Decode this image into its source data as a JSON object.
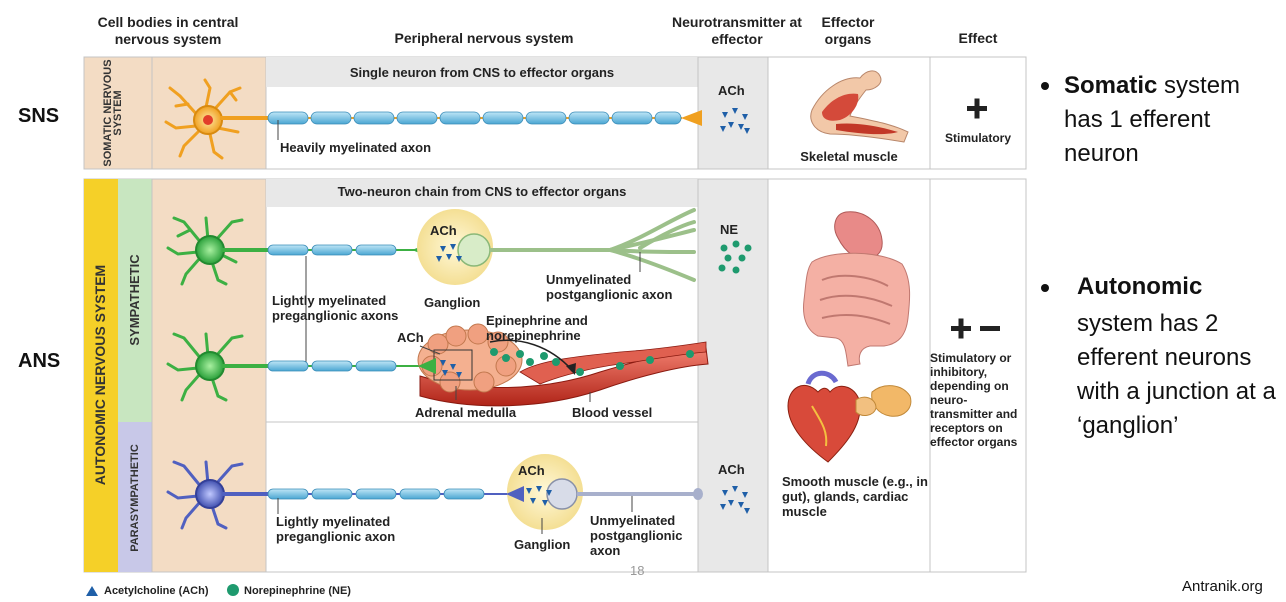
{
  "headers": {
    "cell_bodies": "Cell bodies in central nervous system",
    "peripheral": "Peripheral nervous system",
    "neurotransmitter": "Neurotransmitter at effector",
    "effector_organs": "Effector organs",
    "effect": "Effect"
  },
  "side_labels": {
    "sns": "SNS",
    "ans": "ANS"
  },
  "vertical_labels": {
    "somatic": "SOMATIC NERVOUS SYSTEM",
    "autonomic": "AUTONOMIC NERVOUS SYSTEM",
    "sympathetic": "SYMPATHETIC",
    "parasympathetic": "PARASYMPATHETIC"
  },
  "somatic": {
    "banner": "Single neuron from CNS to effector organs",
    "axon_label": "Heavily myelinated axon",
    "neurotransmitter": "ACh",
    "organ_label": "Skeletal muscle",
    "effect_symbol": "+",
    "effect_label": "Stimulatory"
  },
  "autonomic": {
    "banner": "Two-neuron chain from CNS to effector organs",
    "sympathetic": {
      "ganglion_ach": "ACh",
      "ganglion_label": "Ganglion",
      "pre_label": "Lightly myelinated preganglionic axons",
      "post_label": "Unmyelinated postganglionic axon",
      "neurotransmitter": "NE",
      "adrenal_ach": "ACh",
      "epinephrine_label": "Epinephrine and norepinephrine",
      "adrenal_label": "Adrenal medulla",
      "vessel_label": "Blood vessel"
    },
    "parasympathetic": {
      "ganglion_ach": "ACh",
      "ganglion_label": "Ganglion",
      "pre_label": "Lightly myelinated preganglionic axon",
      "post_label": "Unmyelinated postganglionic axon",
      "neurotransmitter": "ACh"
    },
    "organ_label": "Smooth muscle (e.g., in gut), glands, cardiac muscle",
    "effect_symbol": "+ –",
    "effect_label": "Stimulatory or inhibitory, depending on neuro-transmitter and receptors on effector organs"
  },
  "legend": {
    "ach": "Acetylcholine (ACh)",
    "ne": "Norepinephrine (NE)"
  },
  "bullets": {
    "somatic_bold": "Somatic",
    "somatic_rest": " system has 1 efferent neuron",
    "autonomic_bold": "Autonomic",
    "autonomic_rest": "system has 2 efferent neurons with a junction at a ‘ganglion’"
  },
  "slide_number": "18",
  "footer": "Antranik.org",
  "colors": {
    "somatic_neuron": "#f0a020",
    "sympathetic_neuron": "#3cb043",
    "parasympathetic_neuron": "#5060c0",
    "myelin": "#7cc4e4",
    "ach_marker": "#1f5fa8",
    "ne_marker": "#1e9a6e",
    "cns_panel": "#f3dcc4",
    "autonomic_bar": "#f5d028",
    "sympathetic_bar": "#c8e6c0",
    "parasympathetic_bar": "#c8c8e8"
  }
}
